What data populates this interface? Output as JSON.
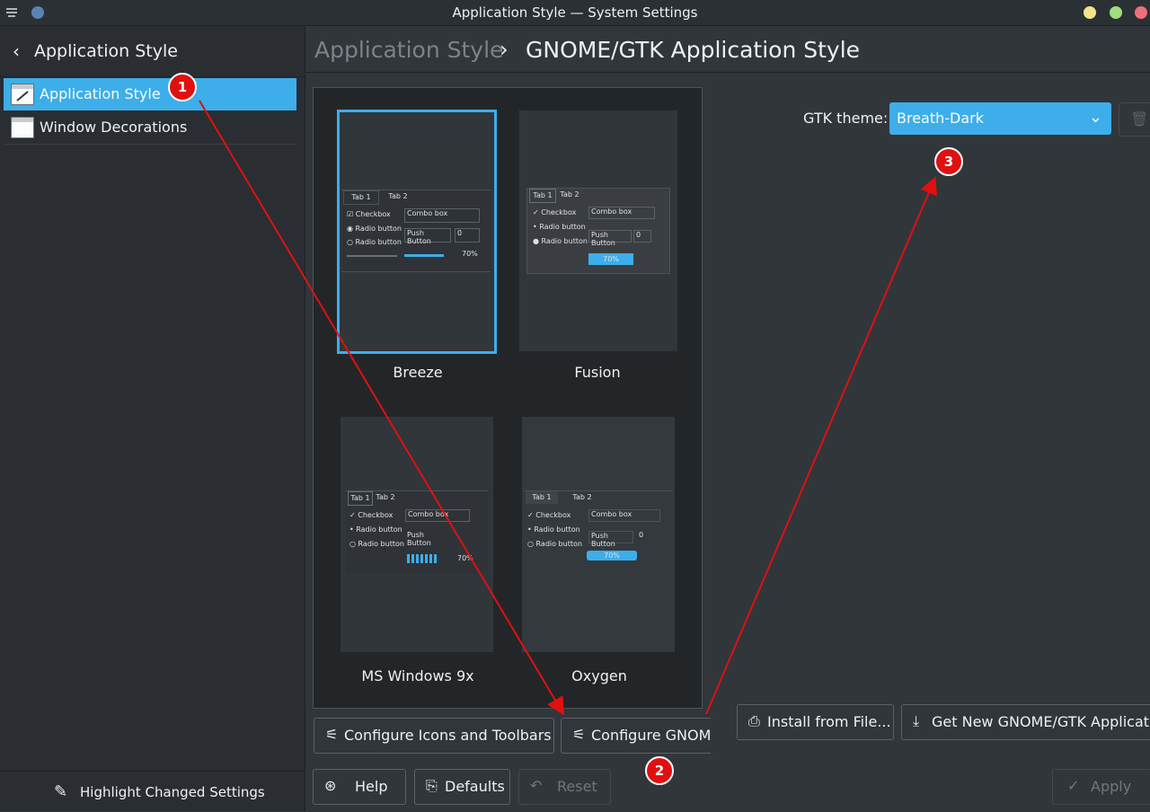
{
  "window": {
    "title": "Application Style — System Settings"
  },
  "sidebar": {
    "header": "Application Style",
    "items": [
      {
        "label": "Application Style",
        "selected": true
      },
      {
        "label": "Window Decorations",
        "selected": false
      }
    ],
    "highlight_button": "Highlight Changed Settings"
  },
  "breadcrumb": {
    "parent": "Application Style",
    "separator": "›",
    "current": "GNOME/GTK Application Style"
  },
  "styles": [
    {
      "name": "Breeze",
      "selected": true
    },
    {
      "name": "Fusion",
      "selected": false
    },
    {
      "name": "MS Windows 9x",
      "selected": false
    },
    {
      "name": "Oxygen",
      "selected": false
    }
  ],
  "preview": {
    "tab1": "Tab 1",
    "tab2": "Tab 2",
    "checkbox": "Checkbox",
    "radio": "Radio button",
    "combo": "Combo box",
    "push": "Push Button",
    "spin": "0",
    "progress": "70%"
  },
  "buttons": {
    "configure_icons": "Configure Icons and Toolbars",
    "configure_gnome": "Configure GNOM",
    "help": "Help",
    "defaults": "Defaults",
    "reset": "Reset",
    "install_from_file": "Install from File...",
    "get_new": "Get New GNOME/GTK Applicatio",
    "apply": "Apply"
  },
  "gtk": {
    "label": "GTK theme:",
    "value": "Breath-Dark"
  },
  "annotations": [
    "1",
    "2",
    "3"
  ],
  "colors": {
    "accent": "#3daee9",
    "annotation": "#e01010",
    "background": "#31363b"
  }
}
